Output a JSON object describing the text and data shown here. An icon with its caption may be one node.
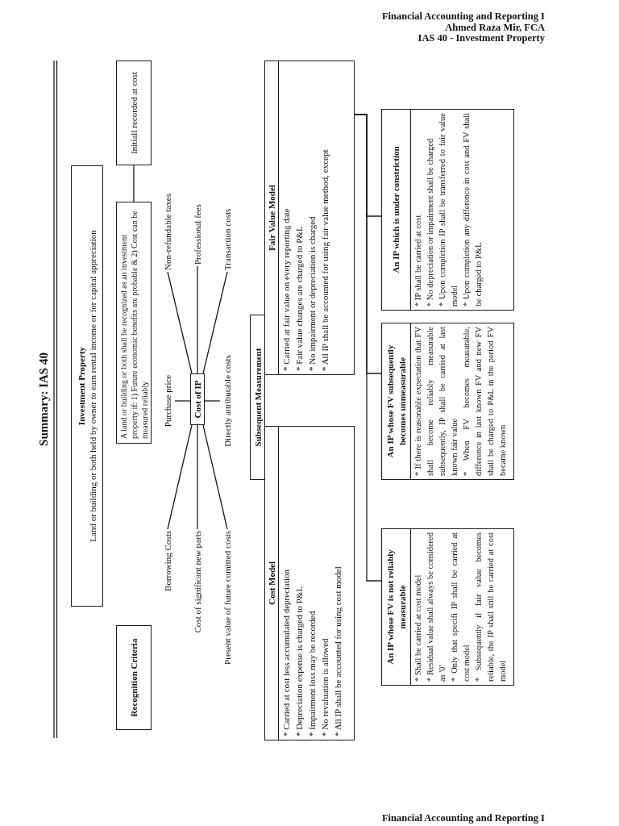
{
  "diagram": {
    "title": "Summary: IAS 40",
    "nodes": [
      {
        "text": [
          "Investment Property",
          "Land or building or both held by owner to earn rental income or for capital appreciation"
        ]
      },
      {
        "text": [
          "Recognition Criteria"
        ]
      },
      {
        "text": [
          "A land or building or both shall be recognized as an investment property if: 1) Future economic benefits are probable & 2) Cost can be measured reliably"
        ]
      },
      {
        "text": [
          "Initiall recorded at cost"
        ]
      },
      {
        "text": [
          "Cost of IP"
        ]
      },
      {
        "text": [
          "Purchase price"
        ]
      },
      {
        "text": [
          "Non-refundable taxes"
        ]
      },
      {
        "text": [
          "Professional fees"
        ]
      },
      {
        "text": [
          "Transaction costs"
        ]
      },
      {
        "text": [
          "Directly attributable costs"
        ]
      },
      {
        "text": [
          "Borrowing Costs"
        ]
      },
      {
        "text": [
          "Cost of significant new parts"
        ]
      },
      {
        "text": [
          "Present value of future comitted costs"
        ]
      },
      {
        "text": [
          "Subsequent Measurement"
        ]
      },
      {
        "text": [
          "Cost Model",
          "* Carried at cost less accumulated depreciation",
          "* Depreciation expense is charged to P&L",
          "* Impairment loss may be recorded",
          "* No revaluation is allowed",
          "* All IP shall be accounted for using cost model"
        ]
      },
      {
        "text": [
          "Fair Value Model",
          "* Carried at fair value on every reporting date",
          "* Fair value changes are charged to P&L",
          "* No impairment or depreciation is charged",
          "* All IP shall be accounted for using fair value method, except"
        ]
      },
      {
        "text": [
          "An IP whose FV is not reliably measurable",
          "* Shall be carried at cost model",
          "* Residual value shall always be considered as '0'",
          "* Only that specifi IP shall be carried at cost model",
          "* Subsequently if fair value becomes reliable, the IP shall still be carried at cost model"
        ]
      },
      {
        "text": [
          "An IP whose FV subsequently becomes unmeasurable",
          "* If there is reasonable expectation that FV shall become reliably measurable subsequently, IP shall be carried at last known fair value",
          "* When FV becomes measurable, difference in last known FV and new FV shall be charged to P&L in the period FV became known"
        ]
      },
      {
        "text": [
          "An IP which is under constriction",
          "* IP shall be carried at cost",
          "* No depreciation or impairment shall be charged",
          "* Upon completion IP shall be transferred to fair value model",
          "* Upon completion any difference in cost and FV shall be charged to P&L"
        ]
      }
    ],
    "edges": [
      {
        "from": 2,
        "to": 3,
        "arrow": "none"
      },
      {
        "from": 4,
        "to": 5,
        "arrow": "none"
      },
      {
        "from": 4,
        "to": 6,
        "arrow": "none"
      },
      {
        "from": 4,
        "to": 7,
        "arrow": "none"
      },
      {
        "from": 4,
        "to": 8,
        "arrow": "none"
      },
      {
        "from": 4,
        "to": 9,
        "arrow": "none"
      },
      {
        "from": 4,
        "to": 10,
        "arrow": "none"
      },
      {
        "from": 4,
        "to": 11,
        "arrow": "none"
      },
      {
        "from": 4,
        "to": 12,
        "arrow": "none"
      },
      {
        "from": 15,
        "to": 16,
        "arrow": "none"
      },
      {
        "from": 15,
        "to": 17,
        "arrow": "none"
      },
      {
        "from": 15,
        "to": 18,
        "arrow": "none"
      }
    ],
    "labels": [
      "Financial Accounting and Reporting I",
      "Ahmed Raza Mir, FCA",
      "IAS 40 - Investment Property",
      "Financial Accounting and Reporting I"
    ]
  }
}
